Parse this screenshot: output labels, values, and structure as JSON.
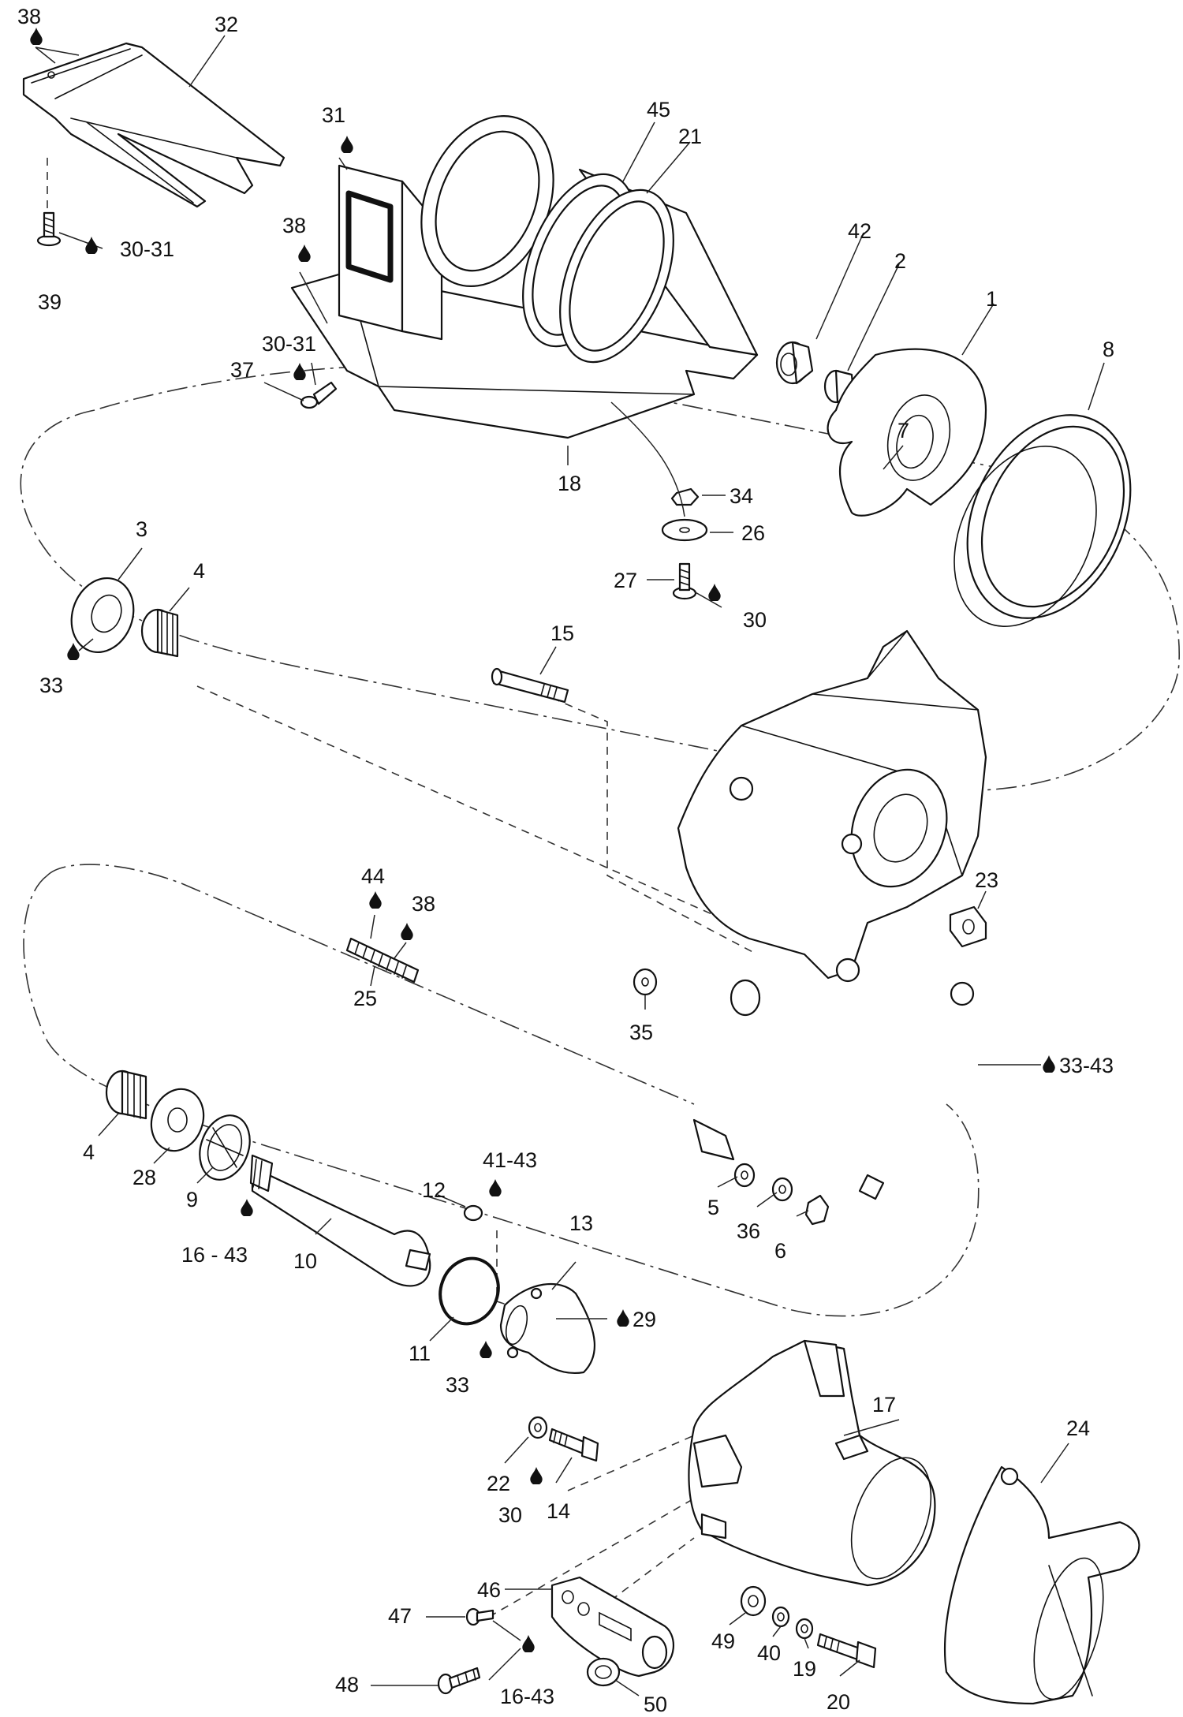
{
  "diagram": {
    "labels": [
      {
        "id": "p38a",
        "text": "38"
      },
      {
        "id": "p32",
        "text": "32"
      },
      {
        "id": "p31",
        "text": "31"
      },
      {
        "id": "p45",
        "text": "45"
      },
      {
        "id": "p21",
        "text": "21"
      },
      {
        "id": "p38b",
        "text": "38"
      },
      {
        "id": "p30_31a",
        "text": "30-31"
      },
      {
        "id": "p39",
        "text": "39"
      },
      {
        "id": "p42",
        "text": "42"
      },
      {
        "id": "p2",
        "text": "2"
      },
      {
        "id": "p1",
        "text": "1"
      },
      {
        "id": "p8",
        "text": "8"
      },
      {
        "id": "p30_31b",
        "text": "30-31"
      },
      {
        "id": "p37",
        "text": "37"
      },
      {
        "id": "p18",
        "text": "18"
      },
      {
        "id": "p34",
        "text": "34"
      },
      {
        "id": "p26",
        "text": "26"
      },
      {
        "id": "p3",
        "text": "3"
      },
      {
        "id": "p4a",
        "text": "4"
      },
      {
        "id": "p27",
        "text": "27"
      },
      {
        "id": "p30a",
        "text": "30"
      },
      {
        "id": "p33a",
        "text": "33"
      },
      {
        "id": "p15",
        "text": "15"
      },
      {
        "id": "p7",
        "text": "7"
      },
      {
        "id": "p44",
        "text": "44"
      },
      {
        "id": "p38c",
        "text": "38"
      },
      {
        "id": "p23",
        "text": "23"
      },
      {
        "id": "p25",
        "text": "25"
      },
      {
        "id": "p35",
        "text": "35"
      },
      {
        "id": "p33_43",
        "text": "33-43"
      },
      {
        "id": "p4b",
        "text": "4"
      },
      {
        "id": "p28",
        "text": "28"
      },
      {
        "id": "p9",
        "text": "9"
      },
      {
        "id": "p41_43",
        "text": "41-43"
      },
      {
        "id": "p12",
        "text": "12"
      },
      {
        "id": "p16_43a",
        "text": "16 - 43"
      },
      {
        "id": "p10",
        "text": "10"
      },
      {
        "id": "p13",
        "text": "13"
      },
      {
        "id": "p5",
        "text": "5"
      },
      {
        "id": "p36",
        "text": "36"
      },
      {
        "id": "p6",
        "text": "6"
      },
      {
        "id": "p29",
        "text": "29"
      },
      {
        "id": "p11",
        "text": "11"
      },
      {
        "id": "p33b",
        "text": "33"
      },
      {
        "id": "p17",
        "text": "17"
      },
      {
        "id": "p24",
        "text": "24"
      },
      {
        "id": "p22",
        "text": "22"
      },
      {
        "id": "p30b",
        "text": "30"
      },
      {
        "id": "p14",
        "text": "14"
      },
      {
        "id": "p46",
        "text": "46"
      },
      {
        "id": "p47",
        "text": "47"
      },
      {
        "id": "p49",
        "text": "49"
      },
      {
        "id": "p40",
        "text": "40"
      },
      {
        "id": "p19",
        "text": "19"
      },
      {
        "id": "p48",
        "text": "48"
      },
      {
        "id": "p16_43b",
        "text": "16-43"
      },
      {
        "id": "p50",
        "text": "50"
      },
      {
        "id": "p20",
        "text": "20"
      }
    ],
    "icons": {
      "drop": "lubricant-drop-icon"
    }
  }
}
